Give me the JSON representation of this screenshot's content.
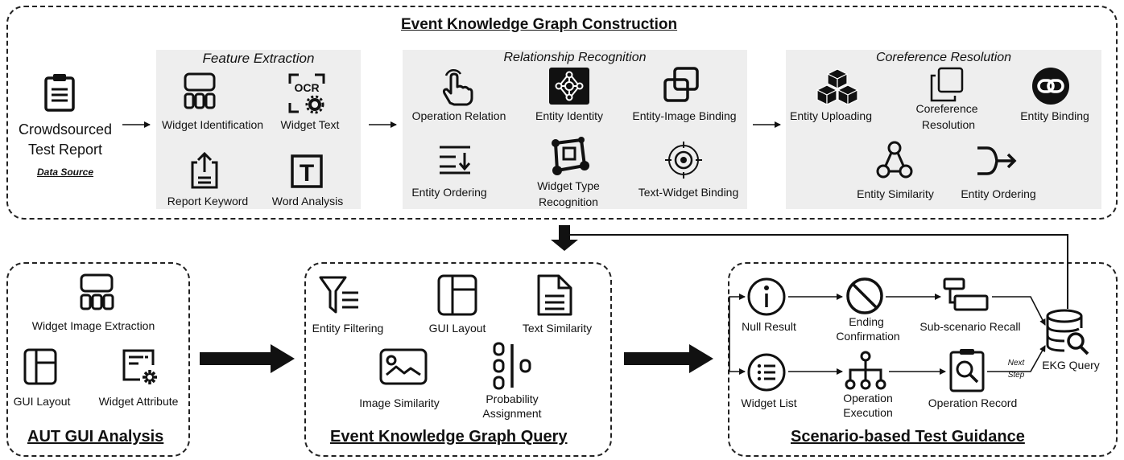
{
  "top": {
    "title": "Event Knowledge Graph Construction",
    "source": {
      "line1": "Crowdsourced",
      "line2": "Test Report",
      "caption": "Data Source"
    },
    "feature": {
      "title": "Feature Extraction",
      "items": [
        "Widget Identification",
        "Widget Text",
        "Report Keyword",
        "Word Analysis"
      ],
      "ocr_text": "OCR",
      "word_glyph": "T"
    },
    "relationship": {
      "title_a": "Relationship",
      "title_b": " Recognition",
      "items": [
        "Operation Relation",
        "Entity Identity",
        "Entity-Image Binding",
        "Entity Ordering",
        "Widget Type",
        "Recognition",
        "Text-Widget Binding"
      ]
    },
    "coreference": {
      "title": "Coreference Resolution",
      "items": [
        "Entity Uploading",
        "Coreference",
        "Resolution",
        "Entity Binding",
        "Entity Similarity",
        "Entity Ordering"
      ]
    }
  },
  "aut": {
    "title": "AUT GUI Analysis",
    "items": [
      "Widget Image Extraction",
      "GUI Layout",
      "Widget Attribute"
    ]
  },
  "query": {
    "title": "Event Knowledge Graph Query",
    "items": [
      "Entity Filtering",
      "GUI Layout",
      "Text Similarity",
      "Image Similarity",
      "Probability",
      "Assignment"
    ]
  },
  "guidance": {
    "title": "Scenario-based Test Guidance",
    "items": [
      "Null Result",
      "Ending",
      "Confirmation",
      "Sub-scenario Recall",
      "EKG Query",
      "Widget List",
      "Operation",
      "Execution",
      "Operation Record"
    ],
    "next_step": [
      "Next",
      "Step"
    ]
  }
}
